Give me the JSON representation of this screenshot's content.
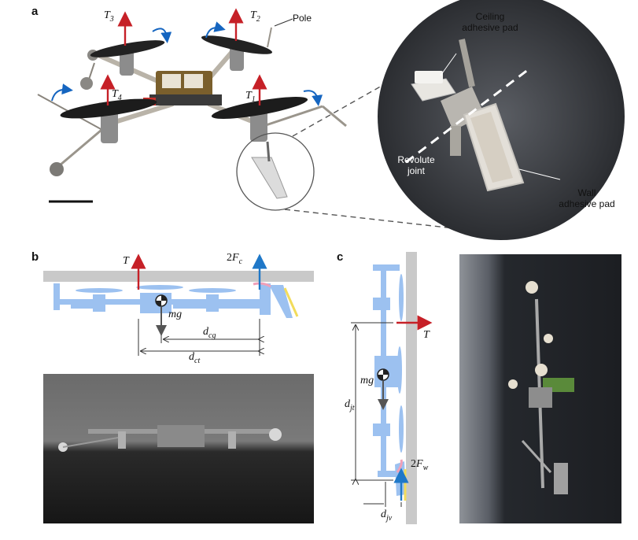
{
  "panels": {
    "a": "a",
    "b": "b",
    "c": "c"
  },
  "panel_a": {
    "thrust_labels": {
      "t1": "T",
      "t1_sub": "1",
      "t2": "T",
      "t2_sub": "2",
      "t3": "T",
      "t3_sub": "3",
      "t4": "T",
      "t4_sub": "4"
    },
    "pole_label": "Pole",
    "ceiling_pad_label_l1": "Ceiling",
    "ceiling_pad_label_l2": "adhesive pad",
    "revolute_joint_l1": "Revolute",
    "revolute_joint_l2": "joint",
    "wall_pad_label_l1": "Wall",
    "wall_pad_label_l2": "adhesive pad"
  },
  "panel_b": {
    "thrust": "T",
    "contact_force_coef": "2",
    "contact_force": "F",
    "contact_force_sub": "c",
    "weight": "mg",
    "d_cg": "d",
    "d_cg_sub": "cg",
    "d_ct": "d",
    "d_ct_sub": "ct"
  },
  "panel_c": {
    "thrust": "T",
    "weight": "mg",
    "d_jt": "d",
    "d_jt_sub": "jt",
    "d_jv": "d",
    "d_jv_sub": "jv",
    "wall_force_coef": "2",
    "wall_force": "F",
    "wall_force_sub": "w"
  },
  "colors": {
    "schematic_blue": "#9cc1f0",
    "thrust_red": "#c62027",
    "contact_blue": "#1f78c8",
    "rotation_blue": "#1565c0",
    "surface_gray": "#c9c9c9",
    "pad_yellow": "#f2dc5b",
    "pad_pink": "#f0a0b8"
  },
  "icons": [
    "curved-rotation-arrow",
    "thrust-arrow",
    "center-of-gravity-symbol",
    "dashed-zoom-line"
  ]
}
